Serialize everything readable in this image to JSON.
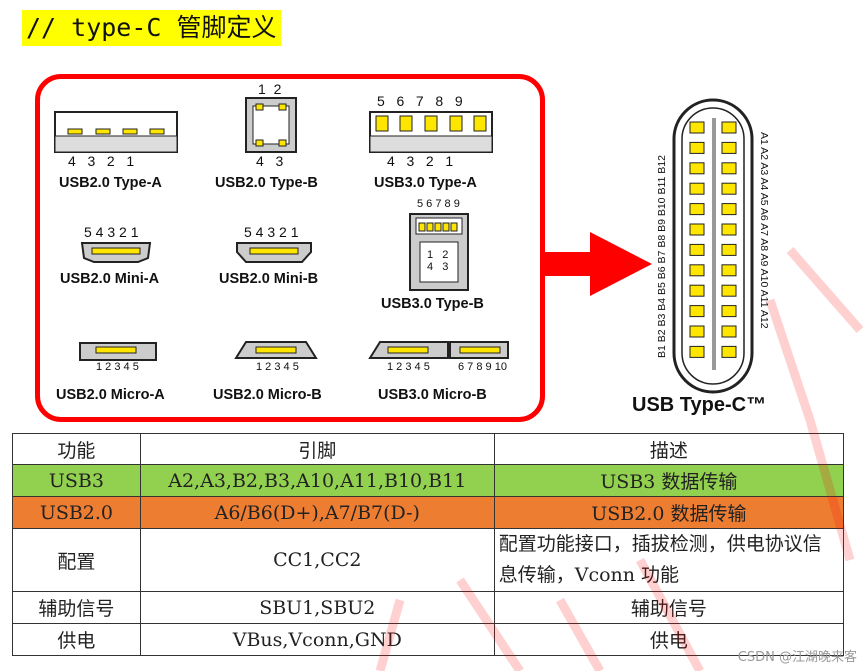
{
  "heading": "// type-C 管脚定义",
  "connectors": {
    "usb20_type_a": {
      "label": "USB2.0 Type-A",
      "pins": "4   3   2   1"
    },
    "usb20_type_b": {
      "label": "USB2.0 Type-B",
      "pins_top": "1  2",
      "pins_bottom": "4   3"
    },
    "usb30_type_a": {
      "label": "USB3.0 Type-A",
      "pins_top": "5   6   7   8   9",
      "pins_bottom": "4   3   2   1"
    },
    "usb20_mini_a": {
      "label": "USB2.0 Mini-A",
      "pins": "5 4 3 2 1"
    },
    "usb20_mini_b": {
      "label": "USB2.0 Mini-B",
      "pins": "5 4 3 2 1"
    },
    "usb30_type_b": {
      "label": "USB3.0 Type-B",
      "pins_top": "5 6 7 8 9",
      "pins_mid_a": "1   2",
      "pins_mid_b": "4   3"
    },
    "usb20_micro_a": {
      "label": "USB2.0 Micro-A",
      "pins": "1 2 3 4 5"
    },
    "usb20_micro_b": {
      "label": "USB2.0 Micro-B",
      "pins": "1 2 3 4 5"
    },
    "usb30_micro_b": {
      "label": "USB3.0 Micro-B",
      "pins_a": "1 2 3 4 5",
      "pins_b": "6 7 8 9 10"
    }
  },
  "type_c": {
    "title": "USB Type-C™",
    "b_row": "B1 B2 B3 B4 B5 B6 B7 B8 B9 B10 B11 B12",
    "a_row": "A1 A2 A3 A4 A5 A6 A7 A8 A9 A10 A11 A12"
  },
  "table": {
    "headers": [
      "功能",
      "引脚",
      "描述"
    ],
    "rows": [
      {
        "func": "USB3",
        "pins": "A2,A3,B2,B3,A10,A11,B10,B11",
        "desc": "USB3 数据传输"
      },
      {
        "func": "USB2.0",
        "pins": "A6/B6(D+),A7/B7(D-)",
        "desc": "USB2.0 数据传输"
      },
      {
        "func": "配置",
        "pins": "CC1,CC2",
        "desc": "配置功能接口，插拔检测，供电协议信息传输，Vconn 功能"
      },
      {
        "func": "辅助信号",
        "pins": "SBU1,SBU2",
        "desc": "辅助信号"
      },
      {
        "func": "供电",
        "pins": "VBus,Vconn,GND",
        "desc": "供电"
      }
    ]
  },
  "colors": {
    "frame": "#ff0000",
    "heading_bg": "#ffff00",
    "usb3_row": "#92d050",
    "usb2_row": "#ed7d31",
    "pin_fill": "#ffe600"
  },
  "watermark": "CSDN @江湖晚来客"
}
